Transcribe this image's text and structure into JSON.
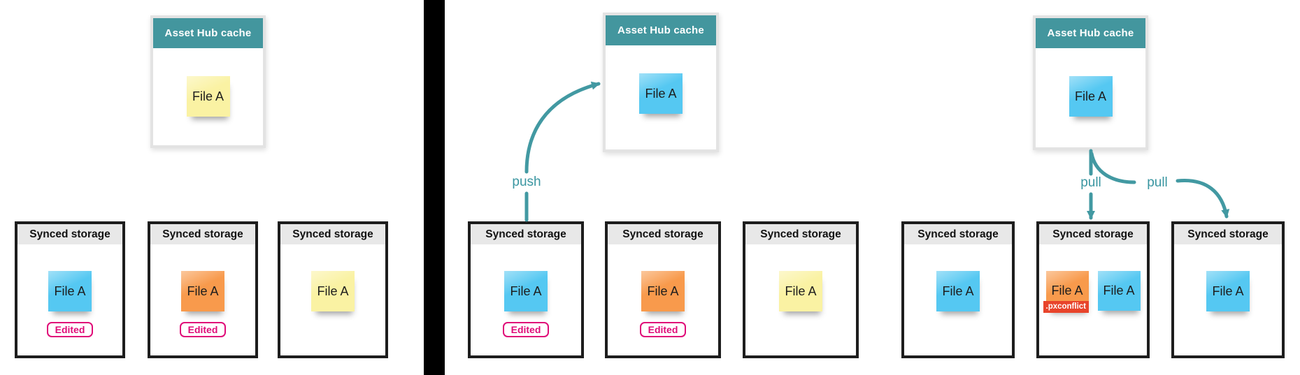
{
  "colors": {
    "teal_header": "#43969e",
    "arrow_teal": "#4299a2",
    "storage_header_bg": "#e8e8e8",
    "storage_border": "#1d1d1d",
    "cache_border": "#e3e3e3",
    "note_blue": "#55c8f2",
    "note_orange": "#f89a4c",
    "note_yellow": "#faf2a3",
    "edited_pink": "#e00b78",
    "conflict_red": "#e8442b",
    "divider": "#000000"
  },
  "panels": [
    {
      "name": "synced-state-with-local-edits",
      "cache": {
        "title": "Asset Hub cache",
        "note": {
          "label": "File A",
          "color": "#faf2a3"
        }
      },
      "storages": [
        {
          "title": "Synced storage",
          "badge": "Edited",
          "notes": [
            {
              "label": "File A",
              "color": "#55c8f2"
            }
          ]
        },
        {
          "title": "Synced storage",
          "badge": "Edited",
          "notes": [
            {
              "label": "File A",
              "color": "#f89a4c"
            }
          ]
        },
        {
          "title": "Synced storage",
          "notes": [
            {
              "label": "File A",
              "color": "#faf2a3"
            }
          ]
        }
      ]
    },
    {
      "name": "push",
      "arrow": {
        "label": "push"
      },
      "cache": {
        "title": "Asset Hub cache",
        "note": {
          "label": "File A",
          "color": "#55c8f2"
        }
      },
      "storages": [
        {
          "title": "Synced storage",
          "badge": "Edited",
          "notes": [
            {
              "label": "File A",
              "color": "#55c8f2"
            }
          ]
        },
        {
          "title": "Synced storage",
          "badge": "Edited",
          "notes": [
            {
              "label": "File A",
              "color": "#f89a4c"
            }
          ]
        },
        {
          "title": "Synced storage",
          "notes": [
            {
              "label": "File A",
              "color": "#faf2a3"
            }
          ]
        }
      ]
    },
    {
      "name": "pull",
      "arrows": {
        "left": "pull",
        "right": "pull"
      },
      "cache": {
        "title": "Asset Hub cache",
        "note": {
          "label": "File A",
          "color": "#55c8f2"
        }
      },
      "storages": [
        {
          "title": "Synced storage",
          "notes": [
            {
              "label": "File A",
              "color": "#55c8f2"
            }
          ]
        },
        {
          "title": "Synced storage",
          "notes": [
            {
              "label": "File A",
              "color": "#f89a4c",
              "tag": ".pxconflict"
            },
            {
              "label": "File A",
              "color": "#55c8f2"
            }
          ]
        },
        {
          "title": "Synced storage",
          "notes": [
            {
              "label": "File A",
              "color": "#55c8f2"
            }
          ]
        }
      ]
    }
  ]
}
